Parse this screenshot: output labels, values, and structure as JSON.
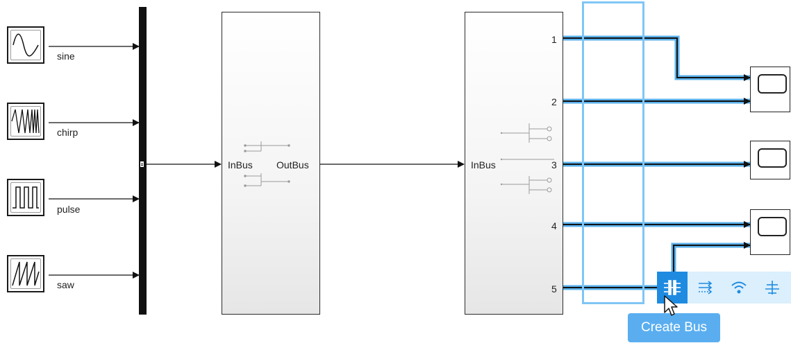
{
  "sources": [
    {
      "id": "sine",
      "label": "sine",
      "icon": "sine-wave-icon"
    },
    {
      "id": "chirp",
      "label": "chirp",
      "icon": "chirp-wave-icon"
    },
    {
      "id": "pulse",
      "label": "pulse",
      "icon": "pulse-wave-icon"
    },
    {
      "id": "saw",
      "label": "saw",
      "icon": "sawtooth-wave-icon"
    }
  ],
  "subsystem1": {
    "in_label": "InBus",
    "out_label": "OutBus"
  },
  "subsystem2": {
    "in_label": "InBus",
    "out_ports": [
      "1",
      "2",
      "3",
      "4",
      "5"
    ]
  },
  "scopes": [
    "scope-icon",
    "scope-icon",
    "scope-icon"
  ],
  "action_bar": {
    "buttons": [
      {
        "name": "create-bus-button",
        "icon": "create-bus-icon",
        "active": true
      },
      {
        "name": "add-goto-button",
        "icon": "goto-arrows-icon",
        "active": false
      },
      {
        "name": "broadcast-button",
        "icon": "wireless-icon",
        "active": false
      },
      {
        "name": "branch-button",
        "icon": "branch-lines-icon",
        "active": false
      }
    ]
  },
  "tooltip": {
    "text": "Create Bus"
  },
  "colors": {
    "line": "#111111",
    "selection": "#7fc6f5",
    "highlight": "#5ab0ea",
    "action_bg": "#dbeffd",
    "action_active": "#1f8be0",
    "tooltip_bg": "#5aaef0"
  }
}
